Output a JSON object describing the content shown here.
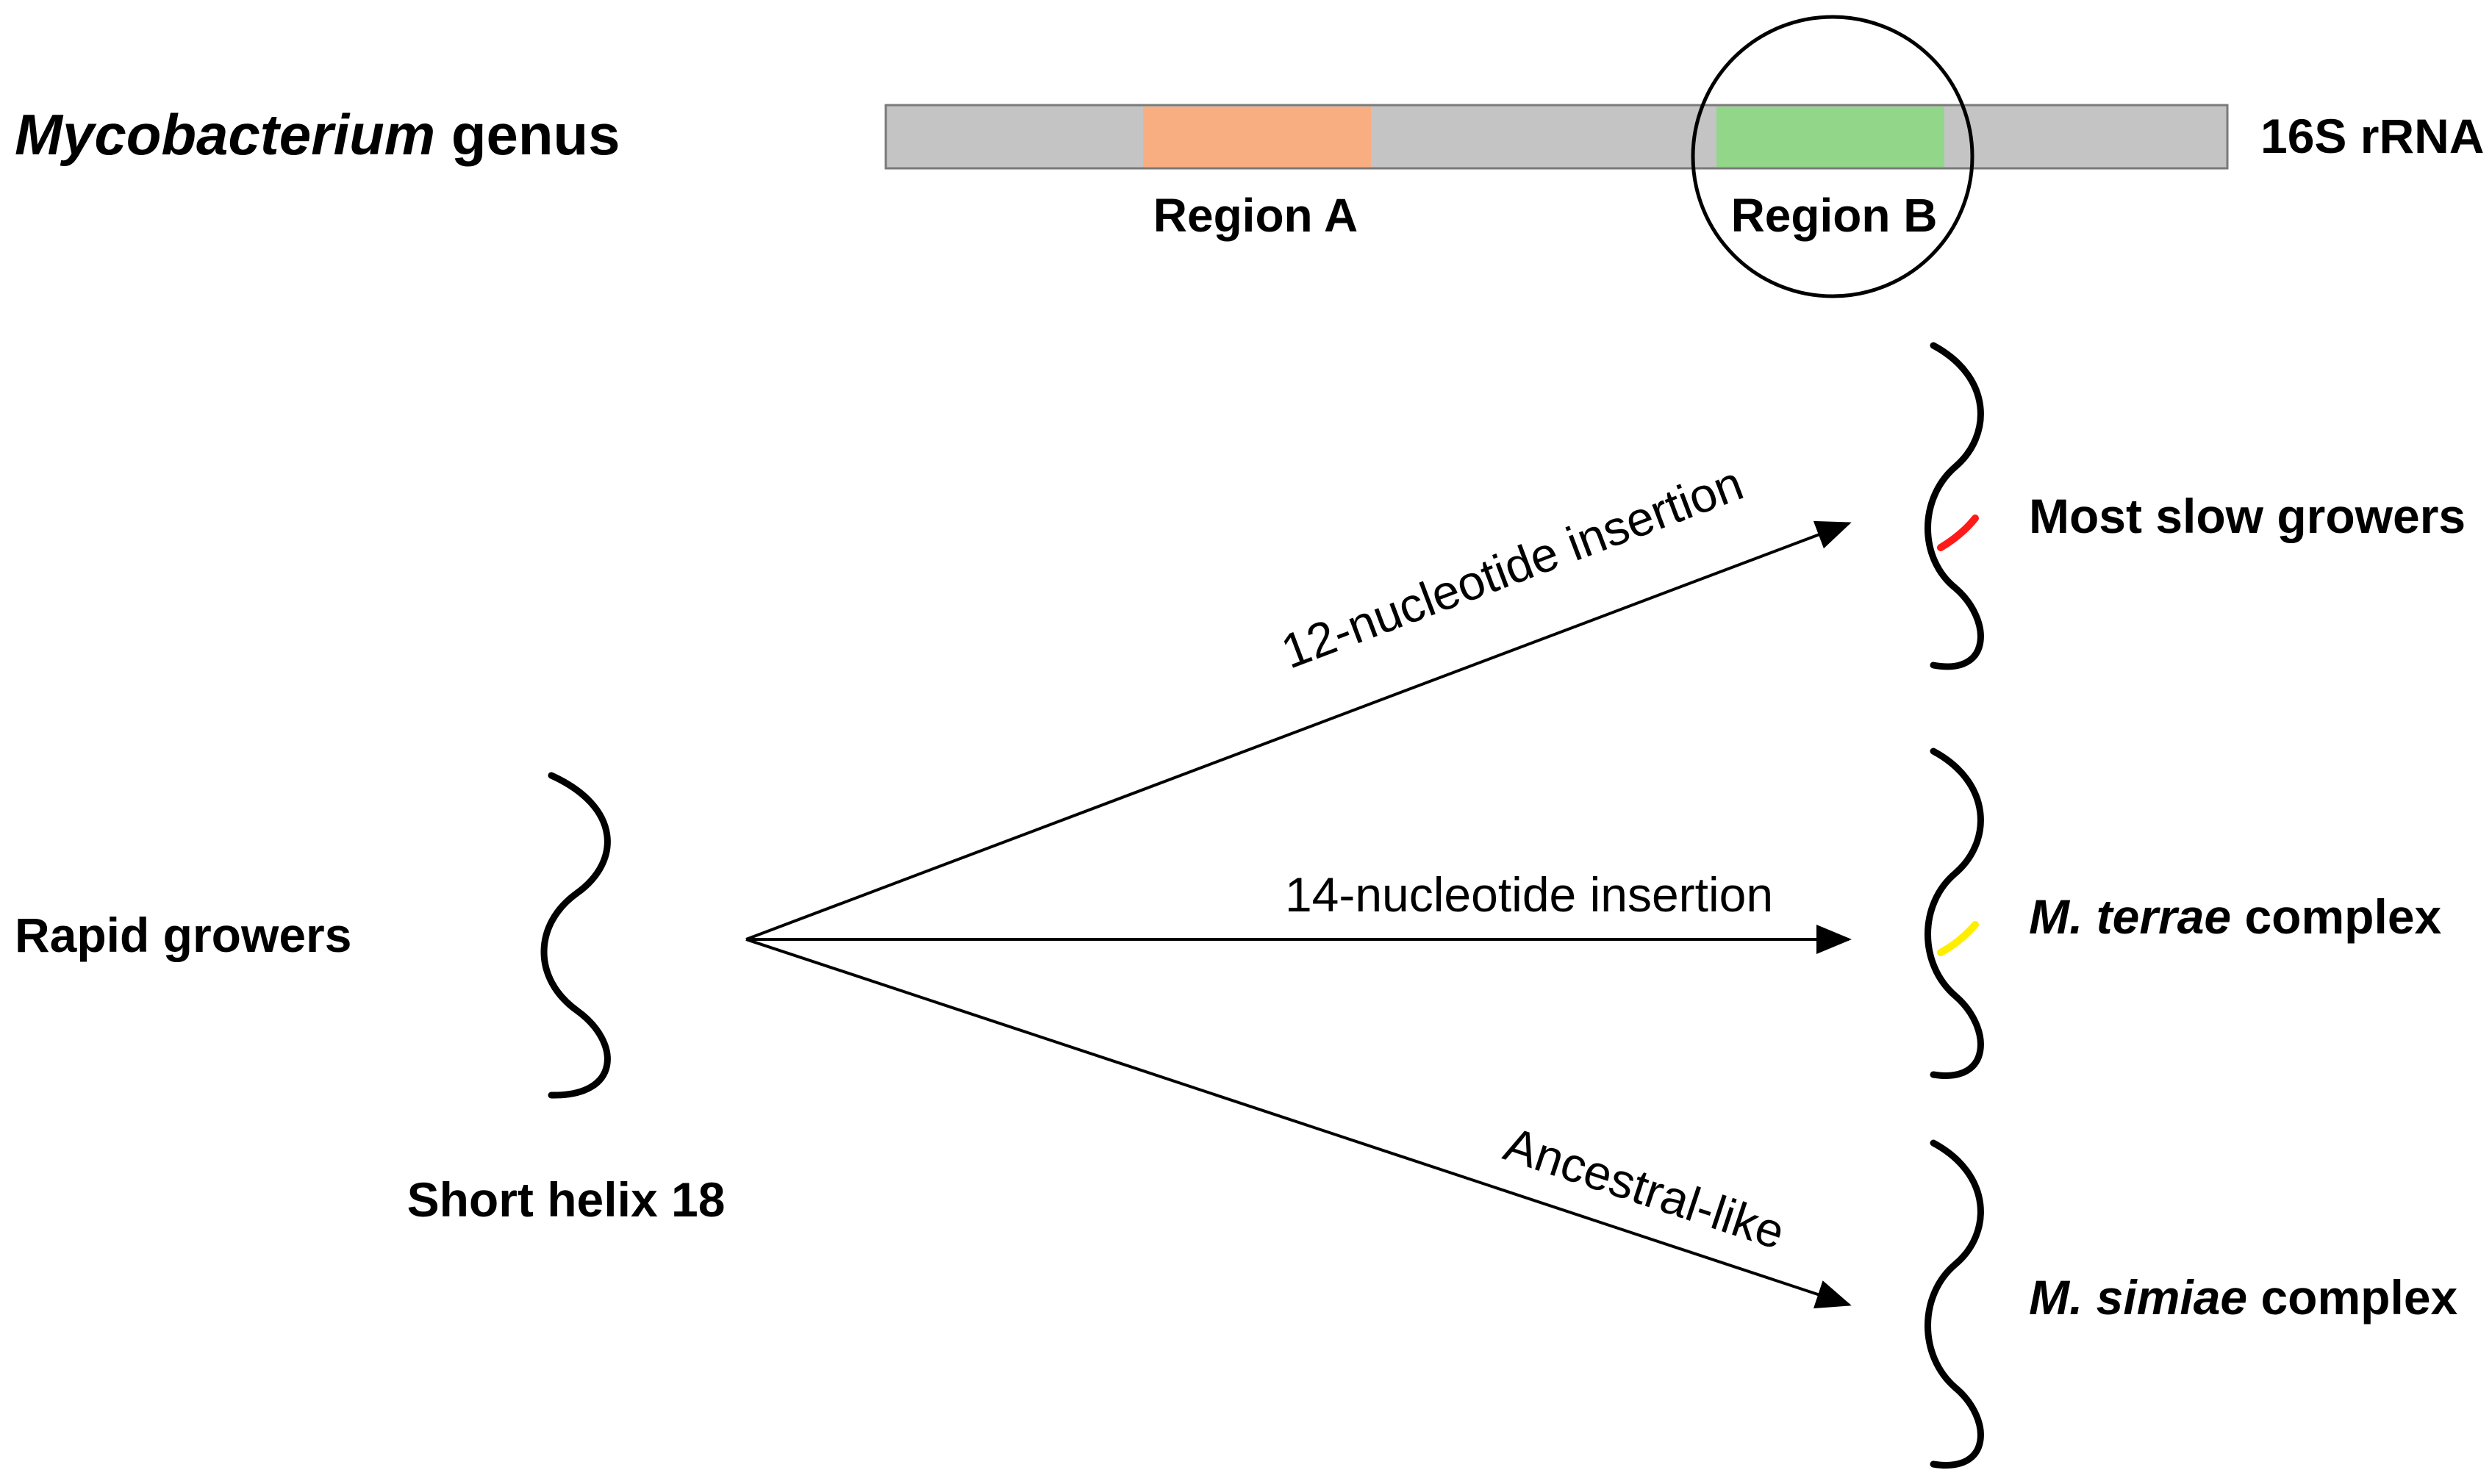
{
  "header": {
    "genus_italic": "Mycobacterium",
    "genus_suffix": " genus",
    "gene_label": "16S rRNA",
    "region_a": "Region A",
    "region_b": "Region B"
  },
  "source": {
    "group": "Rapid growers",
    "helix_label": "Short helix 18"
  },
  "branches": [
    {
      "arrow_label": "12-nucleotide insertion",
      "target_italic": "",
      "target_rest": "Most slow growers",
      "marker_color": "#ff1a1a"
    },
    {
      "arrow_label": "14-nucleotide insertion",
      "target_italic": "M. terrae",
      "target_rest": " complex",
      "marker_color": "#ffee00"
    },
    {
      "arrow_label": "Ancestral-like",
      "target_italic": "M. simiae",
      "target_rest": " complex",
      "marker_color": ""
    }
  ],
  "colors": {
    "bar": "#c4c4c4",
    "region_a": "#f9ae82",
    "region_b": "#92d68a"
  }
}
